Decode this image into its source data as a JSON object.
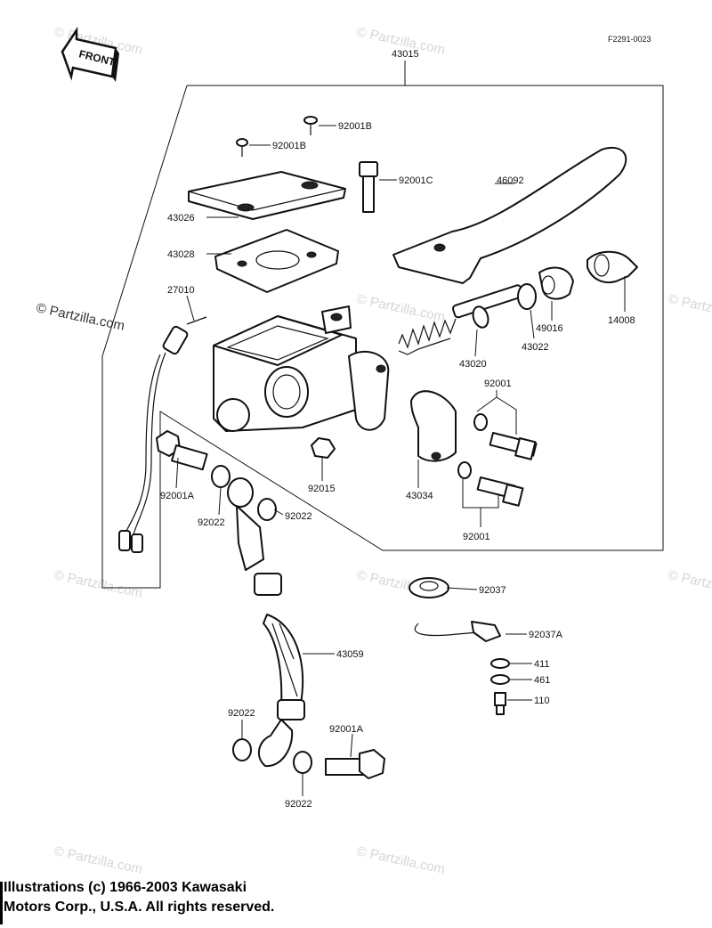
{
  "figure_code": "F2291-0023",
  "front_label": "FRONT",
  "watermark": "© Partzilla.com",
  "copyright": "Illustrations (c) 1966-2003 Kawasaki\nMotors Corp., U.S.A.  All rights reserved.",
  "parts": {
    "p43015": "43015",
    "p92001B_top": "92001B",
    "p92001B_left": "92001B",
    "p92001C": "92001C",
    "p46092": "46092",
    "p43026": "43026",
    "p43028": "43028",
    "p27010": "27010",
    "p14008": "14008",
    "p49016": "49016",
    "p43022": "43022",
    "p43020": "43020",
    "p92001_upper": "92001",
    "p92001_lower": "92001",
    "p43034": "43034",
    "p92015": "92015",
    "p92001A_upper": "92001A",
    "p92022_left": "92022",
    "p92022_right": "92022",
    "p92037": "92037",
    "p92037A": "92037A",
    "p411": "411",
    "p461": "461",
    "p110": "110",
    "p43059": "43059",
    "p92022_bottom_left": "92022",
    "p92001A_lower": "92001A",
    "p92022_bottom": "92022"
  },
  "colors": {
    "ink": "#111111",
    "watermark": "#d6d6d6",
    "background": "#ffffff"
  }
}
